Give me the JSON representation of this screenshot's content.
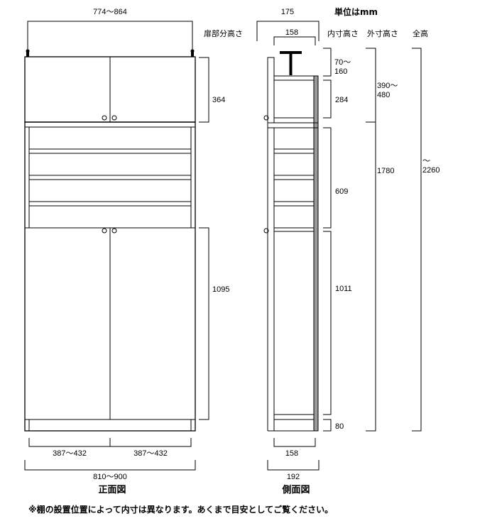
{
  "unit_label": "単位はmm",
  "headers": {
    "door_section_height": "扉部分高さ",
    "inner_height": "内寸高さ",
    "outer_height": "外寸高さ",
    "total_height": "全高"
  },
  "front": {
    "top_width": "774～864",
    "upper_door_height": "364",
    "lower_door_height": "1095",
    "door_width_left": "387～432",
    "door_width_right": "387～432",
    "total_width": "810～900",
    "caption": "正面図"
  },
  "side": {
    "top_depth": "175",
    "inner_depth_top": "158",
    "inner_depth_bottom": "158",
    "total_depth": "192",
    "caption": "側面図"
  },
  "inner_heights": {
    "adjuster": "70～\n160",
    "upper": "284",
    "middle": "609",
    "lower": "1011",
    "base": "80"
  },
  "outer_heights": {
    "upper": "390～\n480",
    "lower": "1780"
  },
  "total_height": "～\n2260",
  "note": "※棚の設置位置によって内寸は異なります。あくまで目安としてご覧ください。"
}
